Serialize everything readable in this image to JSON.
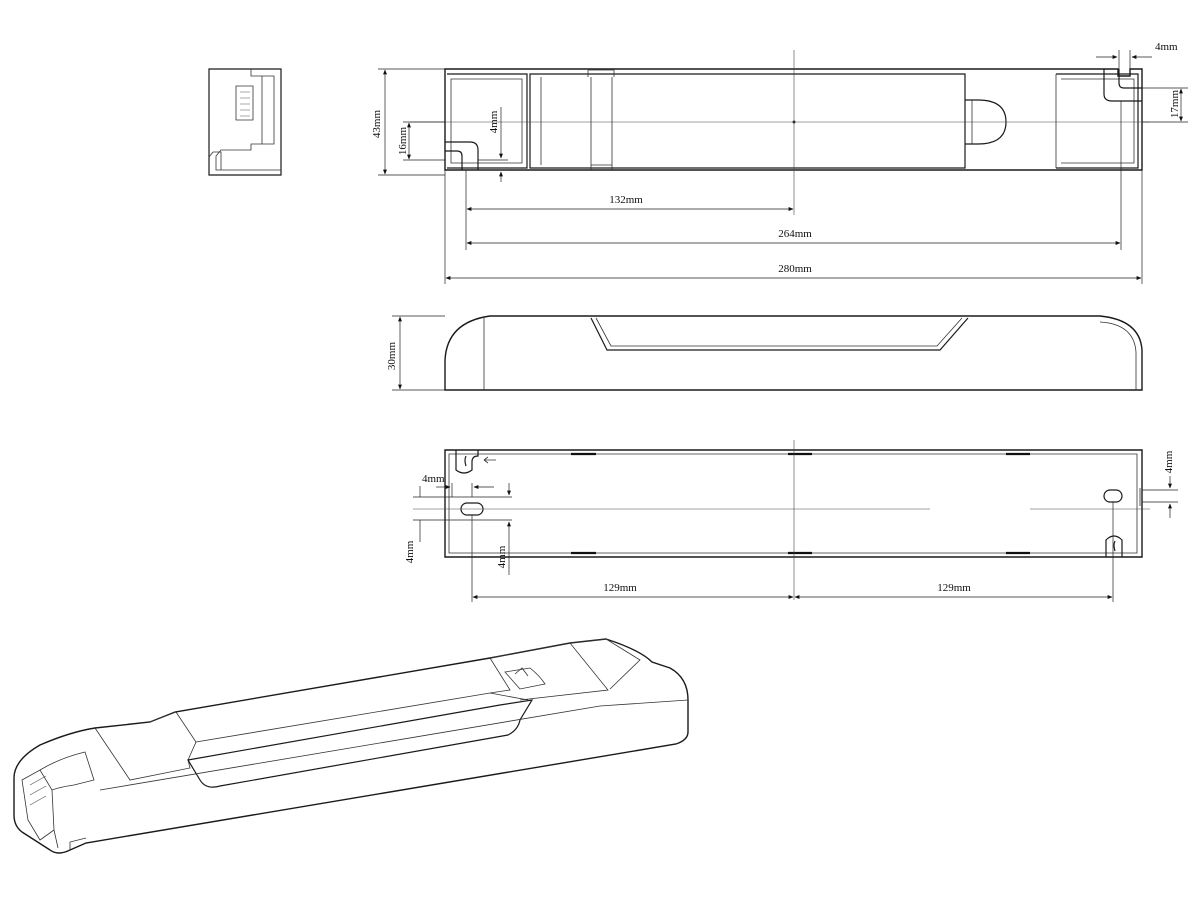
{
  "drawing": {
    "top_view": {
      "dim_4mm": "4mm",
      "dim_17mm": "17mm",
      "dim_43mm": "43mm",
      "dim_16mm": "16mm",
      "dim_4mm_b": "4mm",
      "dim_132mm": "132mm",
      "dim_264mm": "264mm",
      "dim_280mm": "280mm"
    },
    "side_view": {
      "dim_30mm": "30mm"
    },
    "bottom_view": {
      "dim_4mm_left": "4mm",
      "dim_4mm_vertical": "4mm",
      "dim_4mm_slot": "4mm",
      "dim_4mm_right": "4mm",
      "dim_129mm_left": "129mm",
      "dim_129mm_right": "129mm"
    }
  }
}
